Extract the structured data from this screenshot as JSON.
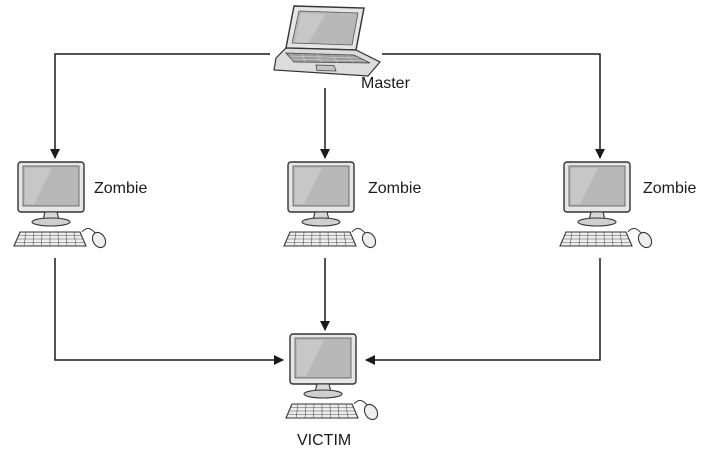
{
  "nodes": {
    "master": {
      "label": "Master",
      "icon": "laptop-icon"
    },
    "zombie_left": {
      "label": "Zombie",
      "icon": "desktop-computer-icon"
    },
    "zombie_center": {
      "label": "Zombie",
      "icon": "desktop-computer-icon"
    },
    "zombie_right": {
      "label": "Zombie",
      "icon": "desktop-computer-icon"
    },
    "victim": {
      "label": "VICTIM",
      "icon": "desktop-computer-icon"
    }
  },
  "connections": [
    {
      "from": "master",
      "to": "zombie_left"
    },
    {
      "from": "master",
      "to": "zombie_center"
    },
    {
      "from": "master",
      "to": "zombie_right"
    },
    {
      "from": "zombie_left",
      "to": "victim"
    },
    {
      "from": "zombie_center",
      "to": "victim"
    },
    {
      "from": "zombie_right",
      "to": "victim"
    }
  ],
  "colors": {
    "line": "#1a1a1a",
    "device_body": "#e6e6e6",
    "screen": "#b8b8b8",
    "outline": "#333333"
  }
}
